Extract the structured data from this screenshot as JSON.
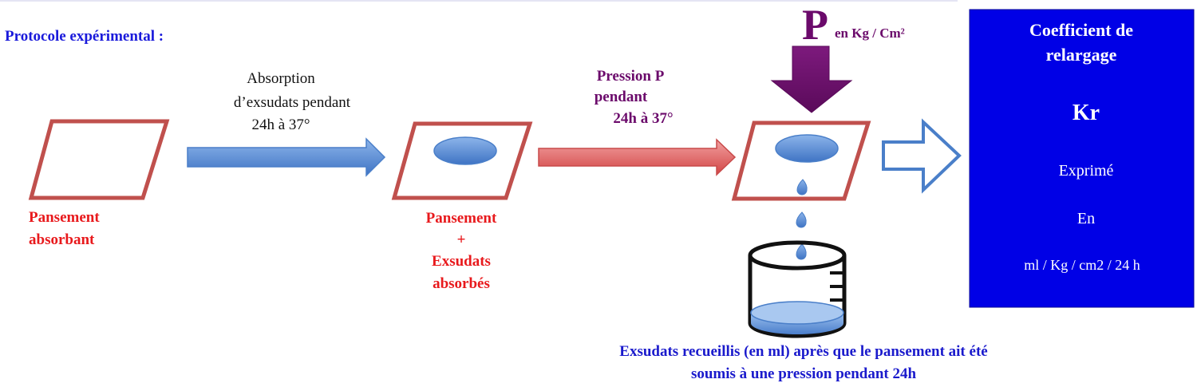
{
  "header": {
    "title": "Protocole expérimental :"
  },
  "steps": {
    "dressing": {
      "label_lines": [
        "Pansement",
        "absorbant"
      ]
    },
    "absorption": {
      "label_lines": [
        "Absorption",
        "d’exsudats pendant",
        "24h à 37°"
      ]
    },
    "soaked": {
      "label_lines": [
        "Pansement",
        "+",
        "Exsudats",
        "absorbés"
      ]
    },
    "pressure": {
      "label_lines": [
        "Pression  P",
        "pendant",
        "24h à 37°"
      ],
      "big_letter": "P",
      "unit": "en Kg / Cm²"
    },
    "collection": {
      "caption_lines": [
        "Exsudats recueillis (en ml) après que le pansement ait été",
        "soumis à une pression pendant 24h"
      ]
    }
  },
  "result_box": {
    "title_lines": [
      "Coefficient de",
      "relargage"
    ],
    "symbol": "Kr",
    "line1": "Exprimé",
    "line2": "En",
    "unit": "ml / Kg / cm2 / 24 h"
  },
  "colors": {
    "title_blue": "#1a1adb",
    "red_label": "#e8191c",
    "purple": "#6b0a6b",
    "box_blue": "#0000e6",
    "parallelogram_stroke": "#c0504d",
    "blue_arrow": "#5b8fd6",
    "red_arrow": "#e05a5a",
    "ellipse_fill": "#5b8fd6",
    "caption_blue": "#1a1acc"
  }
}
